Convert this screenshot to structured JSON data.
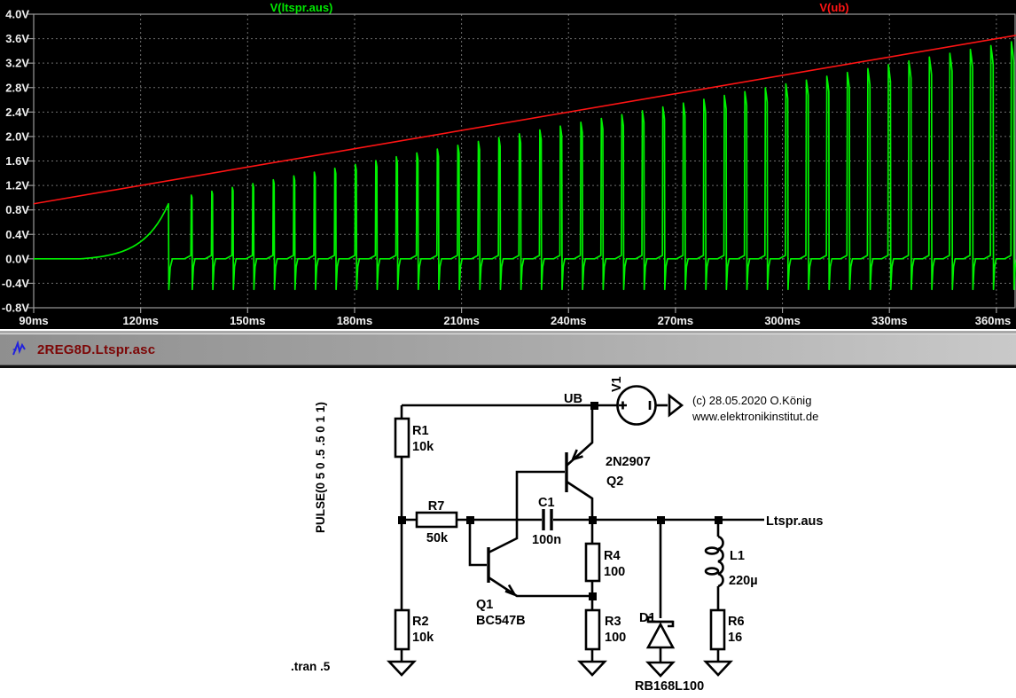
{
  "window": {
    "title": "2REG8D.Ltspr.asc",
    "icon": "ltspice-schematic-icon"
  },
  "waveform": {
    "trace_labels": [
      {
        "text": "V(ltspr.aus)",
        "color": "#00e800",
        "x_center": 340
      },
      {
        "text": "V(ub)",
        "color": "#ff1414",
        "x_center": 941
      }
    ],
    "grid_color": "#6e6e6e",
    "frame_color": "#9a9a9a",
    "background": "#000000"
  },
  "chart_data": {
    "type": "line",
    "title": "",
    "x_unit": "ms",
    "y_unit": "V",
    "x_range": [
      90,
      365.5
    ],
    "y_range": [
      -0.8,
      4.0
    ],
    "x_tick_values": [
      90,
      120,
      150,
      180,
      210,
      240,
      270,
      300,
      330,
      360
    ],
    "x_tick_labels": [
      "90ms",
      "120ms",
      "150ms",
      "180ms",
      "210ms",
      "240ms",
      "270ms",
      "300ms",
      "330ms",
      "360ms"
    ],
    "y_tick_values": [
      4.0,
      3.6,
      3.2,
      2.8,
      2.4,
      2.0,
      1.6,
      1.2,
      0.8,
      0.4,
      0.0,
      -0.4,
      -0.8
    ],
    "y_tick_labels": [
      "4.0V",
      "3.6V",
      "3.2V",
      "2.8V",
      "2.4V",
      "2.0V",
      "1.6V",
      "1.2V",
      "0.8V",
      "0.4V",
      "0.0V",
      "-0.4V",
      "-0.8V"
    ],
    "grid": true,
    "legend_position": "top",
    "series": [
      {
        "name": "V(ub)",
        "color": "#ff1414",
        "shape": "linear_ramp",
        "slope_v_per_ms": 0.01,
        "points": [
          {
            "t": 90,
            "v": 0.9
          },
          {
            "t": 365.5,
            "v": 3.655
          }
        ]
      },
      {
        "name": "V(ltspr.aus)",
        "color": "#00f000",
        "shape": "relaxation_oscillation",
        "params": {
          "baseline_v": 0,
          "flat_until_ms": 103,
          "initial_rise": {
            "t_start": 103,
            "t_peak": 127.8,
            "v_peak": 0.9,
            "exp_k": 3.5
          },
          "undershoot_v": -0.5,
          "spike_first_ms": 134.2,
          "spike_period_ms": 5.75,
          "t_end_ms": 365.5,
          "peak_gap_below_ub_start": 0.3,
          "peak_gap_slope_per_ms": 0.0009,
          "peak_gap_min": 0.09,
          "hook_width_ms0": 0.2,
          "hook_width_slope": 0.002,
          "hook_drop_v0": 0.04,
          "hook_drop_slope": 0.0012,
          "prebump_v": 0.055
        }
      }
    ]
  },
  "schematic": {
    "directive": ".tran .5",
    "source_value": "PULSE(0 5 0 .5 .5 0 1 1)",
    "net_labels": {
      "ub": "UB",
      "out": "Ltspr.aus"
    },
    "copyright_line1": "(c) 28.05.2020 O.König",
    "copyright_line2": "www.elektronikinstitut.de",
    "components": {
      "v1": {
        "ref": "V1"
      },
      "r1": {
        "ref": "R1",
        "value": "10k"
      },
      "r2": {
        "ref": "R2",
        "value": "10k"
      },
      "r7": {
        "ref": "R7",
        "value": "50k"
      },
      "c1": {
        "ref": "C1",
        "value": "100n"
      },
      "r4": {
        "ref": "R4",
        "value": "100"
      },
      "r3": {
        "ref": "R3",
        "value": "100"
      },
      "r6": {
        "ref": "R6",
        "value": "16"
      },
      "l1": {
        "ref": "L1",
        "value": "220µ"
      },
      "q1": {
        "ref": "Q1",
        "value": "BC547B"
      },
      "q2": {
        "ref": "Q2",
        "value": "2N2907"
      },
      "d1": {
        "ref": "D1",
        "value": "RB168L100"
      }
    }
  }
}
